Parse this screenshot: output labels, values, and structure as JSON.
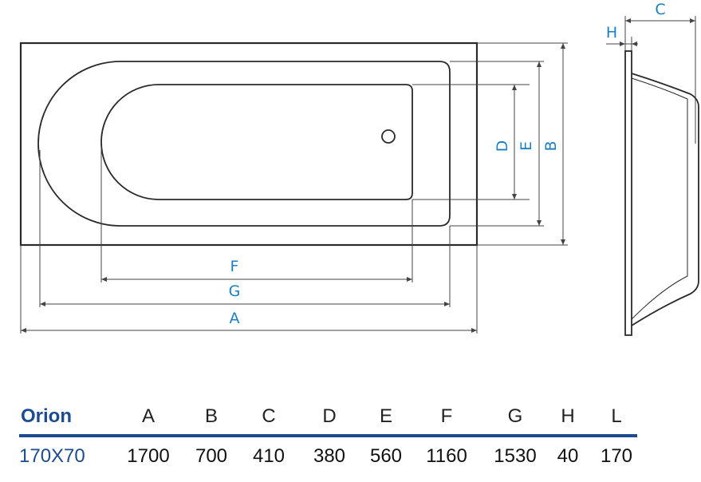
{
  "diagram": {
    "labels": {
      "A": "A",
      "B": "B",
      "C": "C",
      "D": "D",
      "E": "E",
      "F": "F",
      "G": "G",
      "H": "H"
    }
  },
  "table": {
    "model": "Orion",
    "headers": [
      "A",
      "B",
      "C",
      "D",
      "E",
      "F",
      "G",
      "H",
      "L"
    ],
    "size": "170X70",
    "values": [
      "1700",
      "700",
      "410",
      "380",
      "560",
      "1160",
      "1530",
      "40",
      "170"
    ],
    "colors": {
      "accent": "#1d4b8f",
      "dimension": "#1a7fc0"
    }
  }
}
